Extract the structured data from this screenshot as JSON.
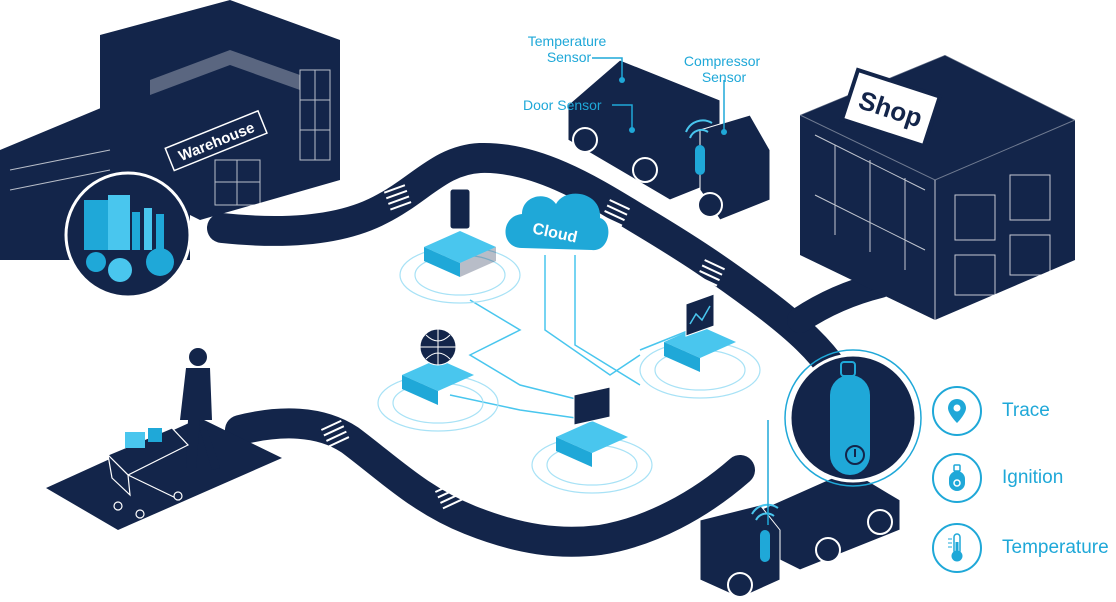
{
  "buildings": {
    "warehouse_sign": "Warehouse",
    "shop_sign": "Shop"
  },
  "cloud_label": "Cloud",
  "truck_sensors": {
    "temperature_line1": "Temperature",
    "temperature_line2": "Sensor",
    "compressor_line1": "Compressor",
    "compressor_line2": "Sensor",
    "door": "Door Sensor"
  },
  "legend": [
    {
      "label": "Trace",
      "icon": "location-pin-icon"
    },
    {
      "label": "Ignition",
      "icon": "ignition-icon"
    },
    {
      "label": "Temperature",
      "icon": "thermometer-icon"
    }
  ],
  "colors": {
    "navy": "#13254a",
    "accent": "#1fa8d8",
    "light_accent": "#49c6ee",
    "white": "#ffffff"
  }
}
